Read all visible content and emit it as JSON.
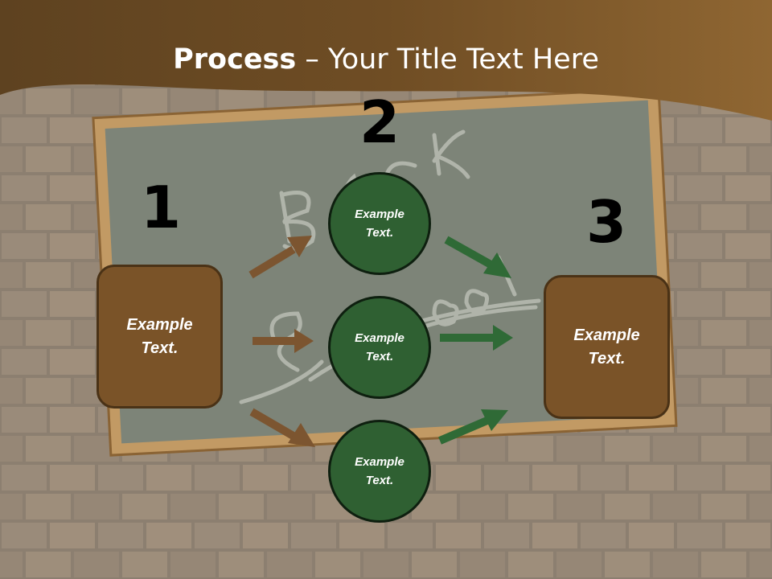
{
  "title": {
    "bold": "Process",
    "rest": " – Your Title Text Here"
  },
  "steps": [
    {
      "number": "1",
      "box_text": "Example Text."
    },
    {
      "number": "2"
    },
    {
      "number": "3",
      "box_text": "Example Text."
    }
  ],
  "circles": [
    {
      "text": "Example Text."
    },
    {
      "text": "Example Text."
    },
    {
      "text": "Example Text."
    }
  ],
  "chalkboard": {
    "words": [
      "Back",
      "School"
    ]
  },
  "colors": {
    "header_brown": "#6a4a22",
    "box_brown": "#7a5328",
    "circle_green": "#2f6032",
    "arrow_brown": "#7c5530",
    "arrow_green": "#2f6a36",
    "board": "#7d8478"
  }
}
